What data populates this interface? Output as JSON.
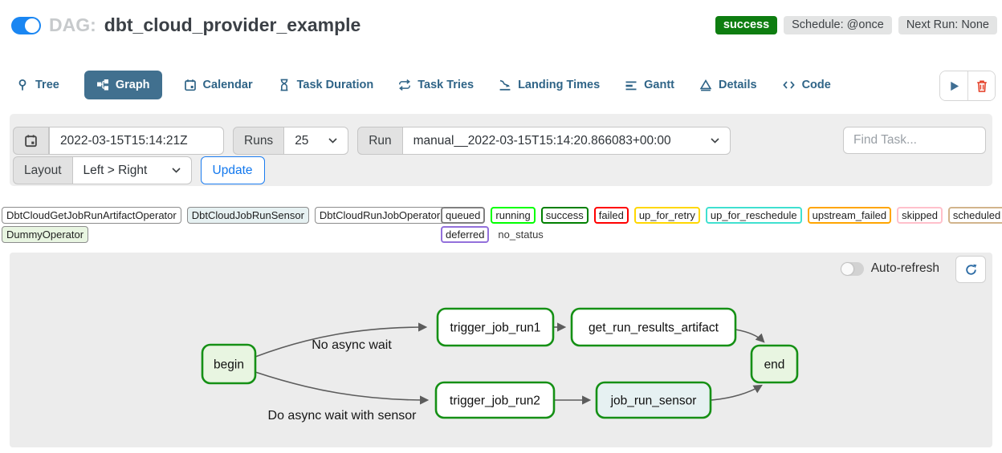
{
  "header": {
    "dag_toggle_on": true,
    "dag_prefix": "DAG:",
    "dag_title": "dbt_cloud_provider_example",
    "status_badge": "success",
    "status_color": "#0e7d10",
    "schedule_badge": "Schedule: @once",
    "next_run_badge": "Next Run: None"
  },
  "tabs": [
    {
      "label": "Tree",
      "icon": "pin-icon",
      "active": false
    },
    {
      "label": "Graph",
      "icon": "sitemap-icon",
      "active": true
    },
    {
      "label": "Calendar",
      "icon": "calendar-icon",
      "active": false
    },
    {
      "label": "Task Duration",
      "icon": "hourglass-icon",
      "active": false
    },
    {
      "label": "Task Tries",
      "icon": "repeat-icon",
      "active": false
    },
    {
      "label": "Landing Times",
      "icon": "plane-landing-icon",
      "active": false
    },
    {
      "label": "Gantt",
      "icon": "gantt-bars-icon",
      "active": false
    },
    {
      "label": "Details",
      "icon": "triangle-icon",
      "active": false
    },
    {
      "label": "Code",
      "icon": "code-icon",
      "active": false
    }
  ],
  "actions": {
    "trigger_dag_icon": "play-icon",
    "delete_dag_icon": "trash-icon",
    "accent_blue": "#3f6e93",
    "danger_red": "#e43a21"
  },
  "filters": {
    "base_date_value": "2022-03-15T15:14:21Z",
    "runs_label": "Runs",
    "runs_value": "25",
    "run_label": "Run",
    "run_value": "manual__2022-03-15T15:14:20.866083+00:00",
    "find_task_placeholder": "Find Task...",
    "layout_label": "Layout",
    "layout_value": "Left > Right",
    "update_label": "Update",
    "update_blue": "#1278ee"
  },
  "legend": {
    "operators": [
      {
        "label": "DbtCloudGetJobRunArtifactOperator",
        "fill": "#ffffff"
      },
      {
        "label": "DbtCloudJobRunSensor",
        "fill": "#e6f1f2"
      },
      {
        "label": "DbtCloudRunJobOperator",
        "fill": "#ffffff"
      },
      {
        "label": "DummyOperator",
        "fill": "#e8f5e1"
      }
    ],
    "states": [
      {
        "label": "queued",
        "border": "#808080"
      },
      {
        "label": "running",
        "border": "#00ff00"
      },
      {
        "label": "success",
        "border": "#008000"
      },
      {
        "label": "failed",
        "border": "#ff0000"
      },
      {
        "label": "up_for_retry",
        "border": "#ffd700"
      },
      {
        "label": "up_for_reschedule",
        "border": "#40e0d0"
      },
      {
        "label": "upstream_failed",
        "border": "#ffa500"
      },
      {
        "label": "skipped",
        "border": "#ffc0cb"
      },
      {
        "label": "scheduled",
        "border": "#d2b48c"
      },
      {
        "label": "deferred",
        "border": "#9370db"
      },
      {
        "label": "no_status",
        "border": "none"
      }
    ]
  },
  "graph_panel": {
    "auto_refresh_label": "Auto-refresh",
    "refresh_icon": "refresh-icon",
    "node_border_color": "#159015",
    "edge_color": "#5c5c5c",
    "nodes": [
      {
        "id": "begin",
        "label": "begin",
        "fill": "#e8f5e1"
      },
      {
        "id": "trigger_job_run1",
        "label": "trigger_job_run1",
        "fill": "#ffffff"
      },
      {
        "id": "get_run_results_artifact",
        "label": "get_run_results_artifact",
        "fill": "#ffffff"
      },
      {
        "id": "trigger_job_run2",
        "label": "trigger_job_run2",
        "fill": "#ffffff"
      },
      {
        "id": "job_run_sensor",
        "label": "job_run_sensor",
        "fill": "#e6f1f2"
      },
      {
        "id": "end",
        "label": "end",
        "fill": "#e8f5e1"
      }
    ],
    "edge_labels": [
      "No async wait",
      "Do async wait with sensor"
    ]
  }
}
